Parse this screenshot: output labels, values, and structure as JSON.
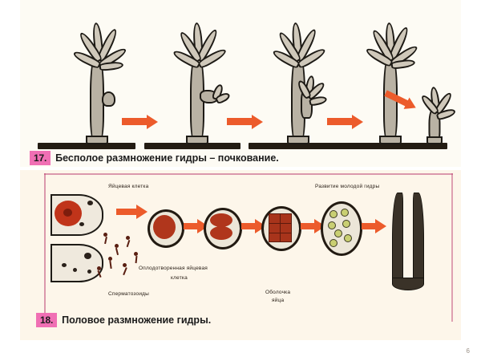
{
  "page": {
    "number": "6",
    "language": "ru"
  },
  "panels": [
    {
      "id": "asexual",
      "caption_number": "17.",
      "caption_text": "Бесполое размножение гидры – почкование.",
      "stages": [
        {
          "label": "hydra-with-small-bud"
        },
        {
          "label": "hydra-with-growing-bud"
        },
        {
          "label": "hydra-with-tentacled-bud"
        },
        {
          "label": "hydra-with-detached-young"
        }
      ],
      "arrows": 4
    },
    {
      "id": "sexual",
      "caption_number": "18.",
      "caption_text": "Половое размножение гидры.",
      "labels": [
        {
          "name": "egg-cell",
          "text": "Яйцевая клетка"
        },
        {
          "name": "young-hydra-development",
          "text": "Развитие молодой гидры"
        },
        {
          "name": "fertilized-egg-cell-line1",
          "text": "Оплодотворенная яйцевая"
        },
        {
          "name": "fertilized-egg-cell-line2",
          "text": "клетка"
        },
        {
          "name": "spermatozoa",
          "text": "Сперматозоиды"
        },
        {
          "name": "egg-shell-line1",
          "text": "Оболочка"
        },
        {
          "name": "egg-shell-line2",
          "text": "яйца"
        }
      ],
      "stages": [
        {
          "label": "fertilized-zygote"
        },
        {
          "label": "two-cell-stage"
        },
        {
          "label": "multi-cell-cleavage"
        },
        {
          "label": "blastula"
        },
        {
          "label": "young-hydra"
        }
      ],
      "arrows": 5
    }
  ],
  "colors": {
    "arrow": "#ec5b2b",
    "badge": "#f06fb4",
    "rule": "#c04a78",
    "hydra_body": "#b9b2a4",
    "ovum": "#c0341a",
    "embryo": "#b0361c",
    "blastula_cell": "#c9cf72",
    "substrate": "#231c13",
    "panel_top_bg": "#fdfbf4",
    "panel_bottom_bg": "#fdf6ea"
  }
}
